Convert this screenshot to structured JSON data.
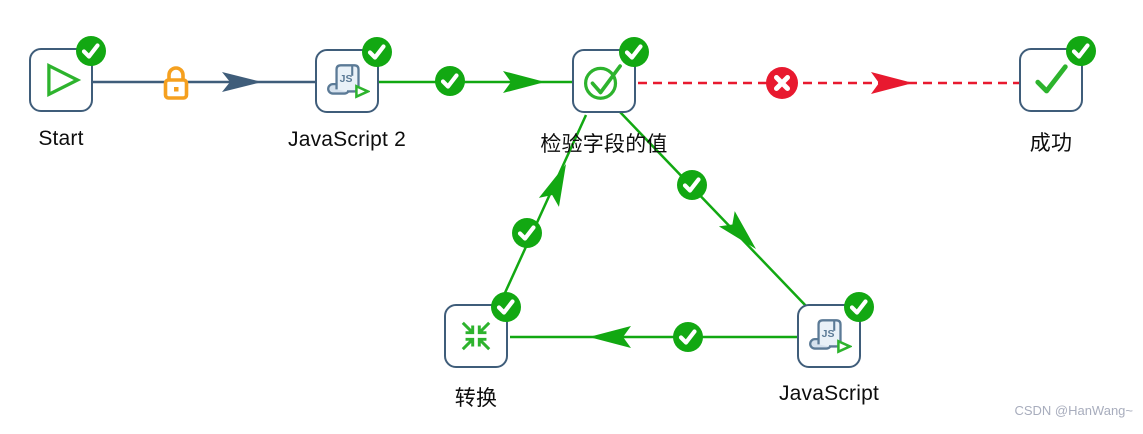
{
  "app": {
    "view": "job-canvas",
    "watermark": "CSDN @HanWang~"
  },
  "nodes": [
    {
      "id": "start",
      "label": "Start",
      "icon": "play-icon",
      "status": "success"
    },
    {
      "id": "javascript-2",
      "label": "JavaScript 2",
      "icon": "js-script-icon",
      "status": "success"
    },
    {
      "id": "check-field-value",
      "label": "检验字段的值",
      "icon": "check-circle-icon",
      "status": "success"
    },
    {
      "id": "success",
      "label": "成功",
      "icon": "checkmark-icon",
      "status": "success"
    },
    {
      "id": "transform",
      "label": "转换",
      "icon": "collapse-arrows-icon",
      "status": "success"
    },
    {
      "id": "javascript",
      "label": "JavaScript",
      "icon": "js-script-icon",
      "status": "success"
    }
  ],
  "edges": [
    {
      "from": "start",
      "to": "javascript-2",
      "type": "unconditional",
      "badge": "lock"
    },
    {
      "from": "javascript-2",
      "to": "check-field-value",
      "type": "success",
      "badge": "check"
    },
    {
      "from": "check-field-value",
      "to": "success",
      "type": "failure",
      "badge": "cross"
    },
    {
      "from": "check-field-value",
      "to": "javascript",
      "type": "success",
      "badge": "check"
    },
    {
      "from": "javascript",
      "to": "transform",
      "type": "success",
      "badge": "check"
    },
    {
      "from": "transform",
      "to": "check-field-value",
      "type": "success",
      "badge": "check"
    }
  ],
  "icons": {
    "js_label": "JS"
  },
  "colors": {
    "success_green": "#12a812",
    "icon_green": "#2db32d",
    "failure_red": "#e8192f",
    "lock_orange": "#f5a01f",
    "node_border": "#3f5d7a",
    "scroll_fill": "#e9f1f8",
    "scroll_stroke": "#5b7a96",
    "label_text": "#0d0d0d",
    "watermark_gray": "#a8adbd"
  }
}
